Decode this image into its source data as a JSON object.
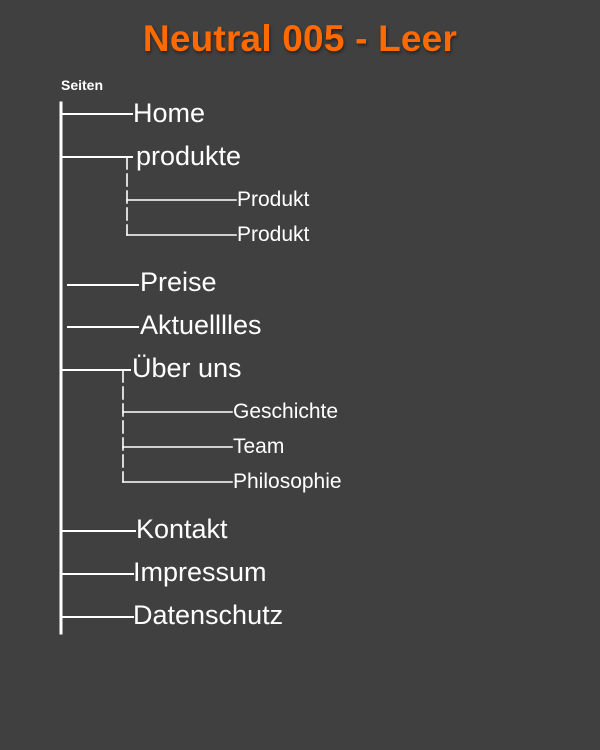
{
  "title": "Neutral 005 - Leer",
  "root": "Seiten",
  "colors": {
    "background": "#404040",
    "title": "#ff6a00",
    "lines": "#ffffff",
    "text": "#ffffff"
  },
  "pages": [
    {
      "label": "Home"
    },
    {
      "label": "produkte",
      "children": [
        {
          "label": "Produkt"
        },
        {
          "label": "Produkt"
        }
      ]
    },
    {
      "label": "Preise"
    },
    {
      "label": "Aktuelllles"
    },
    {
      "label": "Über uns",
      "children": [
        {
          "label": "Geschichte"
        },
        {
          "label": "Team"
        },
        {
          "label": "Philosophie"
        }
      ]
    },
    {
      "label": "Kontakt"
    },
    {
      "label": "Impressum"
    },
    {
      "label": "Datenschutz"
    }
  ]
}
